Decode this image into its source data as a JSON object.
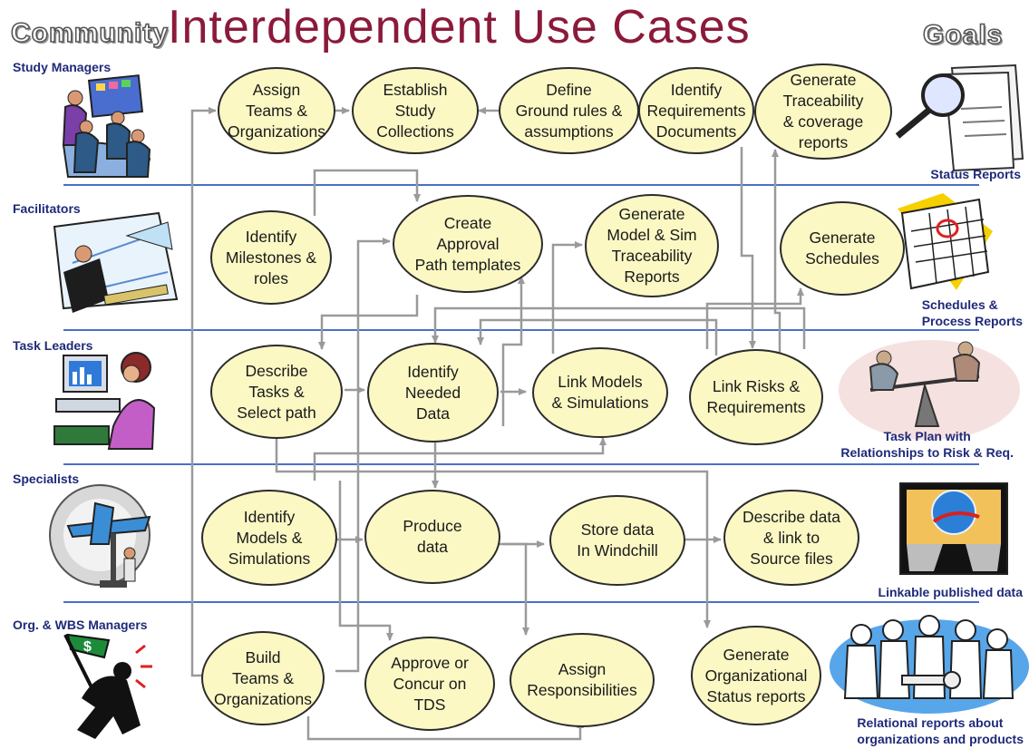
{
  "title": "Interdependent Use Cases",
  "left_header": "Community",
  "right_header": "Goals",
  "roles": [
    "Study Managers",
    "Facilitators",
    "Task Leaders",
    "Specialists",
    "Org. & WBS Managers"
  ],
  "goals": [
    "Status Reports",
    "Schedules &\nProcess Reports",
    "Task Plan with\nRelationships to Risk & Req.",
    "Linkable published data",
    "Relational reports about\norganizations and products"
  ],
  "nodes": {
    "assign_teams": "Assign\nTeams &\nOrganizations",
    "establish_study": "Establish\nStudy\nCollections",
    "define_ground_rules": "Define\nGround rules &\nassumptions",
    "identify_requirements": "Identify\nRequirements\nDocuments",
    "generate_traceability": "Generate\nTraceability\n& coverage\nreports",
    "identify_milestones": "Identify\nMilestones &\nroles",
    "create_approval": "Create\nApproval\nPath templates",
    "generate_model_sim": "Generate\nModel & Sim\nTraceability\nReports",
    "generate_schedules": "Generate\nSchedules",
    "describe_tasks": "Describe\nTasks &\nSelect path",
    "identify_needed_data": "Identify\nNeeded\nData",
    "link_models": "Link Models\n& Simulations",
    "link_risks": "Link Risks &\nRequirements",
    "identify_models": "Identify\nModels &\nSimulations",
    "produce_data": "Produce\ndata",
    "store_data": "Store data\nIn Windchill",
    "describe_data": "Describe data\n& link to\nSource files",
    "build_teams": "Build\nTeams &\nOrganizations",
    "approve_concur": "Approve or\nConcur on\nTDS",
    "assign_responsibilities": "Assign\nResponsibilities",
    "generate_org_status": "Generate\nOrganizational\nStatus reports"
  },
  "icons": [
    "meeting-clipart-icon",
    "drafting-clipart-icon",
    "computer-user-clipart-icon",
    "airplane-model-clipart-icon",
    "flag-runner-clipart-icon",
    "magnifier-report-clipart-icon",
    "calendar-clipart-icon",
    "balance-businessmen-clipart-icon",
    "network-computers-clipart-icon",
    "team-key-clipart-icon"
  ],
  "colors": {
    "title": "#8b1a3a",
    "role_text": "#1f2a7a",
    "node_fill": "#fbf8c4",
    "lane_line": "#4a6fc9",
    "arrow": "#9a9a9a"
  }
}
